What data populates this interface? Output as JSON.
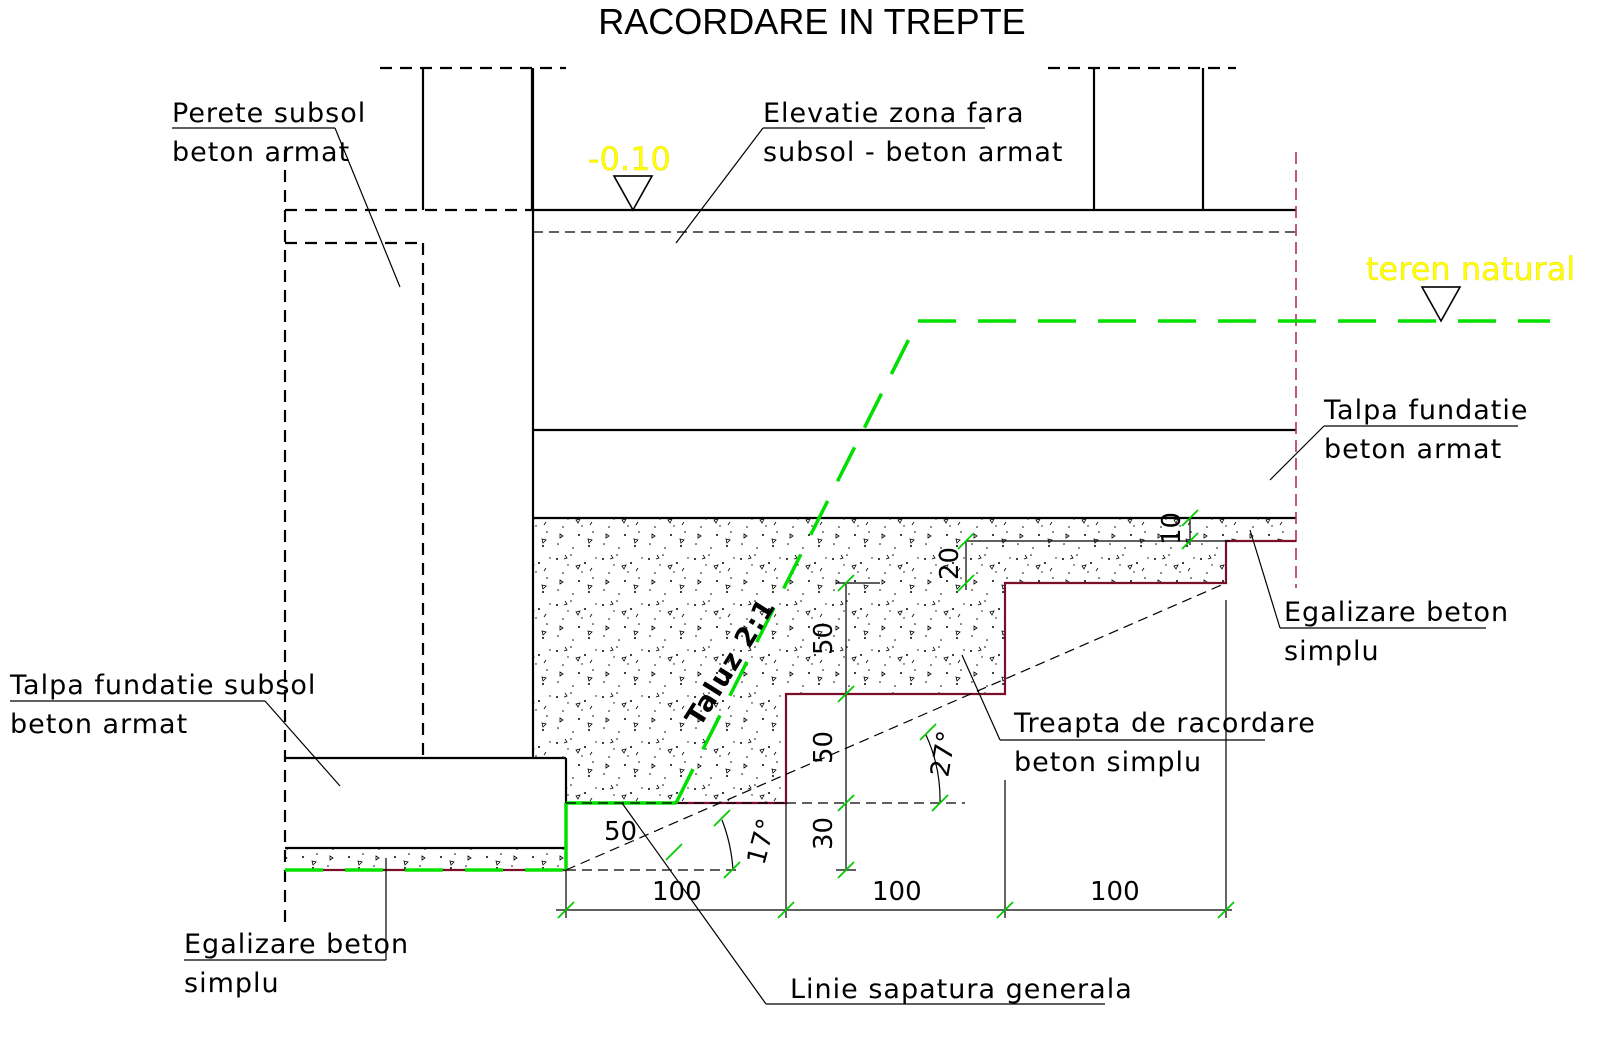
{
  "title": "RACORDARE IN TREPTE",
  "labels": {
    "perete_line1": "Perete subsol",
    "perete_line2": "beton armat",
    "elevatie_line1": "Elevatie zona fara",
    "elevatie_line2": "subsol - beton armat",
    "talpa_fundatie_line1": "Talpa fundatie",
    "talpa_fundatie_line2": "beton armat",
    "egalizare_right_line1": "Egalizare beton",
    "egalizare_right_line2": "simplu",
    "treapta_line1": "Treapta de racordare",
    "treapta_line2": "beton simplu",
    "talpa_subsol_line1": "Talpa fundatie subsol",
    "talpa_subsol_line2": "beton armat",
    "egalizare_left_line1": "Egalizare beton",
    "egalizare_left_line2": "simplu",
    "linie_sapatura": "Linie sapatura generala",
    "taluz": "Taluz 2:1"
  },
  "levels": {
    "elevation": "-0.10",
    "teren": "teren natural"
  },
  "dimensions": {
    "d10": "10",
    "d20": "20",
    "d50_upper": "50",
    "d50_lower": "50",
    "d30": "30",
    "d50_left": "50",
    "h100_a": "100",
    "h100_b": "100",
    "h100_c": "100",
    "angle27": "27°",
    "angle17": "17°"
  },
  "colors": {
    "excavation_line": "#00e000",
    "level_text": "#ffff00",
    "step_outline": "#7a0f2a"
  }
}
